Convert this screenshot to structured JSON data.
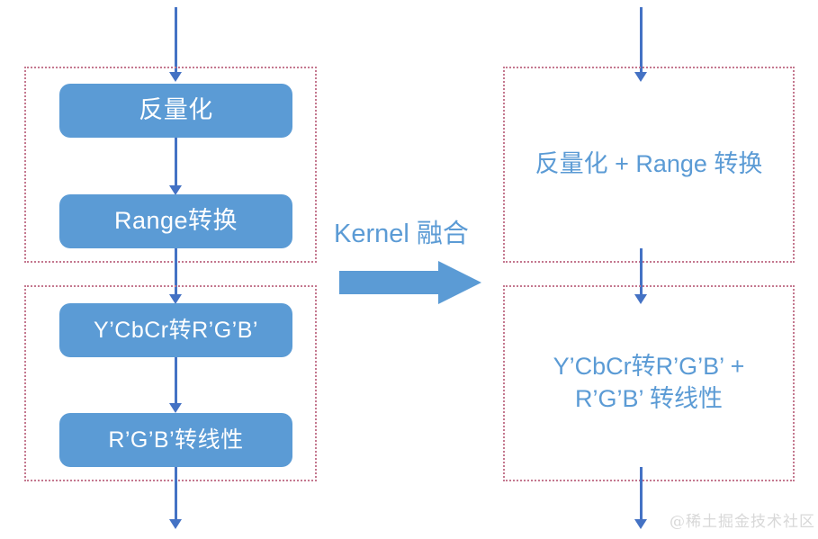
{
  "diagram": {
    "title_implicit": "Kernel fusion of color conversion pipeline",
    "fusion_label": "Kernel 融合",
    "watermark": "@稀土掘金技术社区",
    "colors": {
      "box_fill": "#5B9BD5",
      "box_text": "#FFFFFF",
      "fused_text": "#5B9BD5",
      "arrow": "#4472C4",
      "dashed_border": "#C4788F",
      "fusion_arrow": "#5B9BD5",
      "background": "#FFFFFF",
      "watermark": "#D8D8D8"
    }
  },
  "left_pipeline": {
    "groups": [
      {
        "id": "group-1",
        "steps": [
          {
            "id": "step-dequant",
            "label": "反量化"
          },
          {
            "id": "step-range",
            "label": "Range转换"
          }
        ]
      },
      {
        "id": "group-2",
        "steps": [
          {
            "id": "step-ycbcr-to-rgb",
            "label": "Y’CbCr转R’G’B’"
          },
          {
            "id": "step-rgb-to-linear",
            "label": "R’G’B’转线性"
          }
        ]
      }
    ]
  },
  "right_pipeline": {
    "groups": [
      {
        "id": "fused-group-1",
        "label": "反量化 + Range 转换"
      },
      {
        "id": "fused-group-2",
        "label_line1": "Y’CbCr转R’G’B’ +",
        "label_line2": "R’G’B’ 转线性"
      }
    ]
  }
}
